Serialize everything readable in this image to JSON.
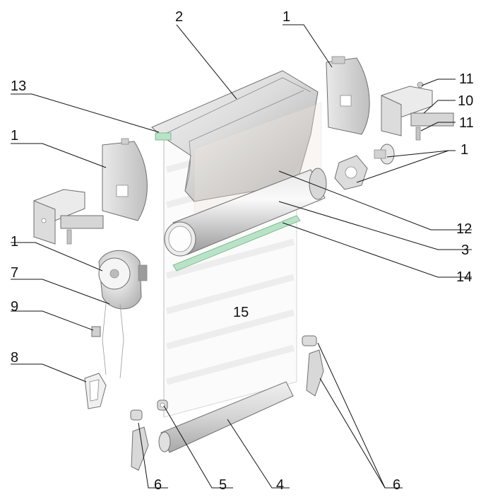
{
  "diagram": {
    "callouts": [
      {
        "id": "c1a",
        "label": "1"
      },
      {
        "id": "c1b",
        "label": "1"
      },
      {
        "id": "c1c",
        "label": "1"
      },
      {
        "id": "c1d",
        "label": "1"
      },
      {
        "id": "c2",
        "label": "2"
      },
      {
        "id": "c3",
        "label": "3"
      },
      {
        "id": "c4",
        "label": "4"
      },
      {
        "id": "c5",
        "label": "5"
      },
      {
        "id": "c6a",
        "label": "6"
      },
      {
        "id": "c6b",
        "label": "6"
      },
      {
        "id": "c7",
        "label": "7"
      },
      {
        "id": "c8",
        "label": "8"
      },
      {
        "id": "c9",
        "label": "9"
      },
      {
        "id": "c10",
        "label": "10"
      },
      {
        "id": "c11a",
        "label": "11"
      },
      {
        "id": "c11b",
        "label": "11"
      },
      {
        "id": "c12",
        "label": "12"
      },
      {
        "id": "c13",
        "label": "13"
      },
      {
        "id": "c14",
        "label": "14"
      },
      {
        "id": "c15",
        "label": "15"
      }
    ],
    "colors": {
      "line": "#111111",
      "metal_light": "#f2f2f2",
      "metal_mid": "#c8c8c8",
      "metal_dark": "#8c8c8c",
      "green_strip": "#b9e3c6"
    }
  }
}
